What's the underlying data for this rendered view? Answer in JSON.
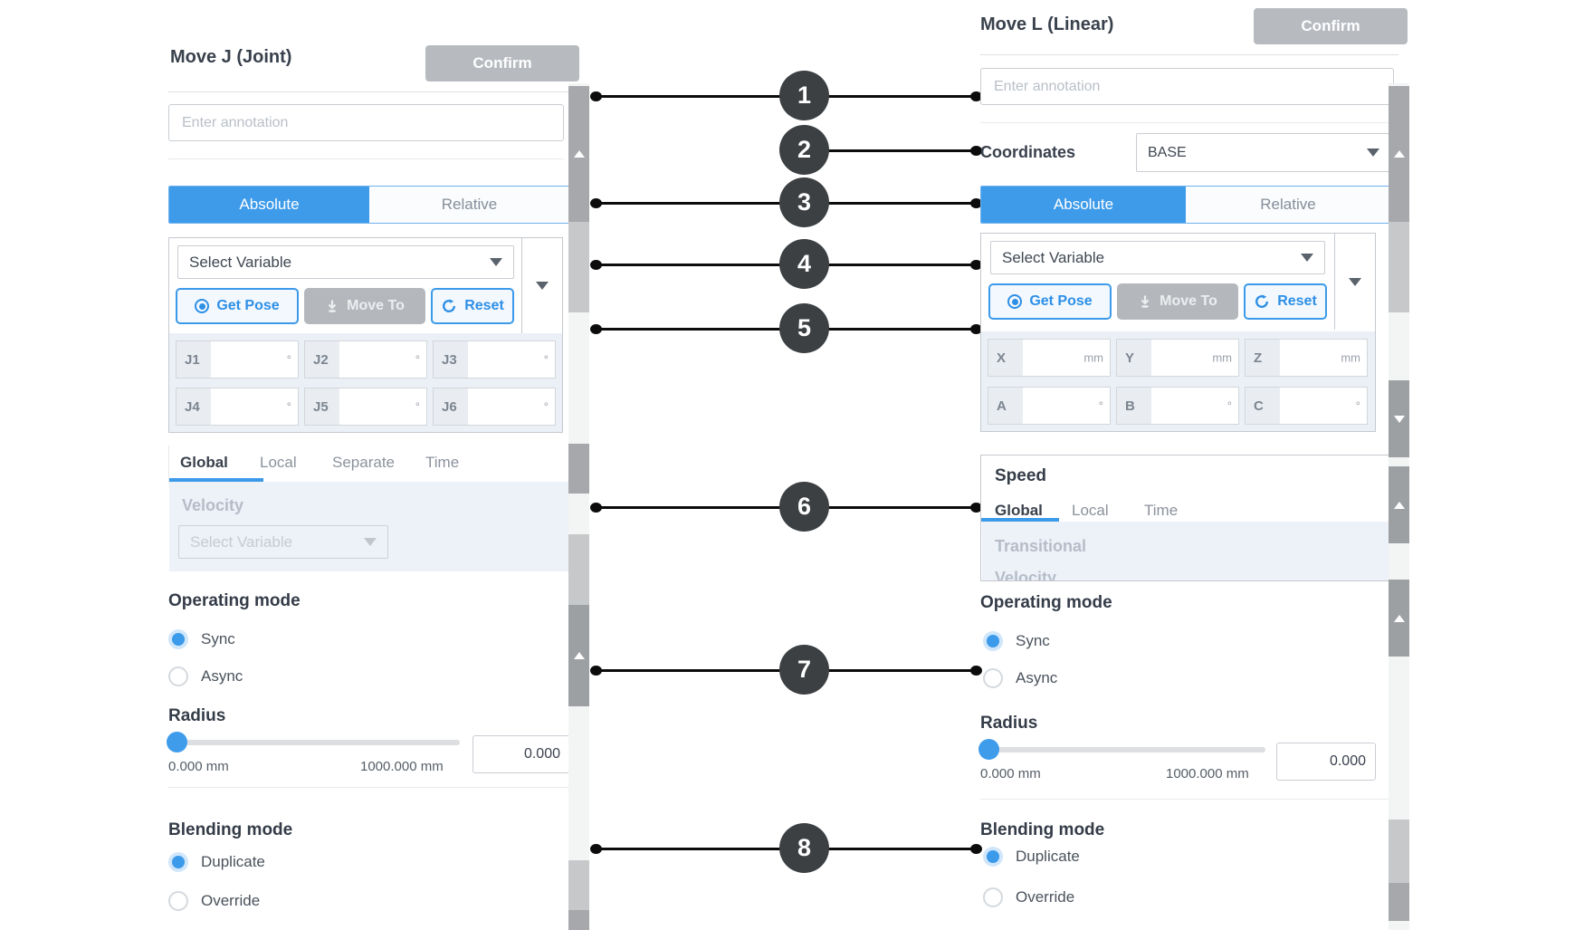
{
  "callouts": [
    {
      "n": "1"
    },
    {
      "n": "2"
    },
    {
      "n": "3"
    },
    {
      "n": "4"
    },
    {
      "n": "5"
    },
    {
      "n": "6"
    },
    {
      "n": "7"
    },
    {
      "n": "8"
    }
  ],
  "left": {
    "title": "Move J (Joint)",
    "confirm": "Confirm",
    "annotation_placeholder": "Enter annotation",
    "mode_tabs": {
      "absolute": "Absolute",
      "relative": "Relative"
    },
    "variable": {
      "placeholder": "Select Variable",
      "get_pose": "Get Pose",
      "move_to": "Move To",
      "reset": "Reset"
    },
    "fields": [
      {
        "label": "J1",
        "unit": "°"
      },
      {
        "label": "J2",
        "unit": "°"
      },
      {
        "label": "J3",
        "unit": "°"
      },
      {
        "label": "J4",
        "unit": "°"
      },
      {
        "label": "J5",
        "unit": "°"
      },
      {
        "label": "J6",
        "unit": "°"
      }
    ],
    "speed_tabs": [
      "Global",
      "Local",
      "Separate",
      "Time"
    ],
    "velocity": {
      "label": "Velocity",
      "placeholder": "Select Variable"
    },
    "operating_mode": {
      "title": "Operating mode",
      "sync": "Sync",
      "async": "Async",
      "selected": "Sync"
    },
    "radius": {
      "title": "Radius",
      "min_label": "0.000 mm",
      "max_label": "1000.000 mm",
      "value": "0.000"
    },
    "blending": {
      "title": "Blending mode",
      "duplicate": "Duplicate",
      "override": "Override",
      "selected": "Duplicate"
    }
  },
  "right": {
    "title": "Move L (Linear)",
    "confirm": "Confirm",
    "annotation_placeholder": "Enter annotation",
    "coordinates": {
      "label": "Coordinates",
      "value": "BASE"
    },
    "mode_tabs": {
      "absolute": "Absolute",
      "relative": "Relative"
    },
    "variable": {
      "placeholder": "Select Variable",
      "get_pose": "Get Pose",
      "move_to": "Move To",
      "reset": "Reset"
    },
    "fields": [
      {
        "label": "X",
        "unit": "mm"
      },
      {
        "label": "Y",
        "unit": "mm"
      },
      {
        "label": "Z",
        "unit": "mm"
      },
      {
        "label": "A",
        "unit": "°"
      },
      {
        "label": "B",
        "unit": "°"
      },
      {
        "label": "C",
        "unit": "°"
      }
    ],
    "speed": {
      "title": "Speed",
      "tabs": [
        "Global",
        "Local",
        "Time"
      ],
      "transitional": "Transitional",
      "velocity": "Velocity"
    },
    "operating_mode": {
      "title": "Operating mode",
      "sync": "Sync",
      "async": "Async",
      "selected": "Sync"
    },
    "radius": {
      "title": "Radius",
      "min_label": "0.000 mm",
      "max_label": "1000.000 mm",
      "value": "0.000"
    },
    "blending": {
      "title": "Blending mode",
      "duplicate": "Duplicate",
      "override": "Override",
      "selected": "Duplicate"
    }
  },
  "colors": {
    "accent": "#3b9ae9",
    "confirm_bg": "#b7bbc0",
    "callout_bg": "#3c4043",
    "disabled_bg": "#b4b8bd"
  }
}
